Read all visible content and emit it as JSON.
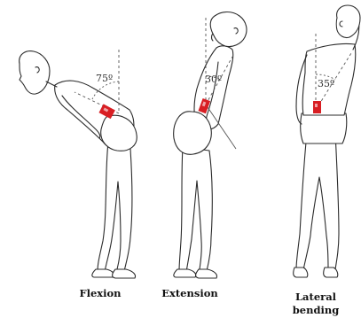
{
  "colors": {
    "sensor": "#d81e23",
    "outline": "#2b2b2b",
    "reference_line": "#555555"
  },
  "figures": [
    {
      "id": "flexion",
      "angle_label": "75º",
      "caption": "Flexion"
    },
    {
      "id": "extension",
      "angle_label": "30º",
      "caption": "Extension"
    },
    {
      "id": "lateral",
      "angle_label": "35º",
      "caption_line1": "Lateral",
      "caption_line2": "bending"
    }
  ]
}
